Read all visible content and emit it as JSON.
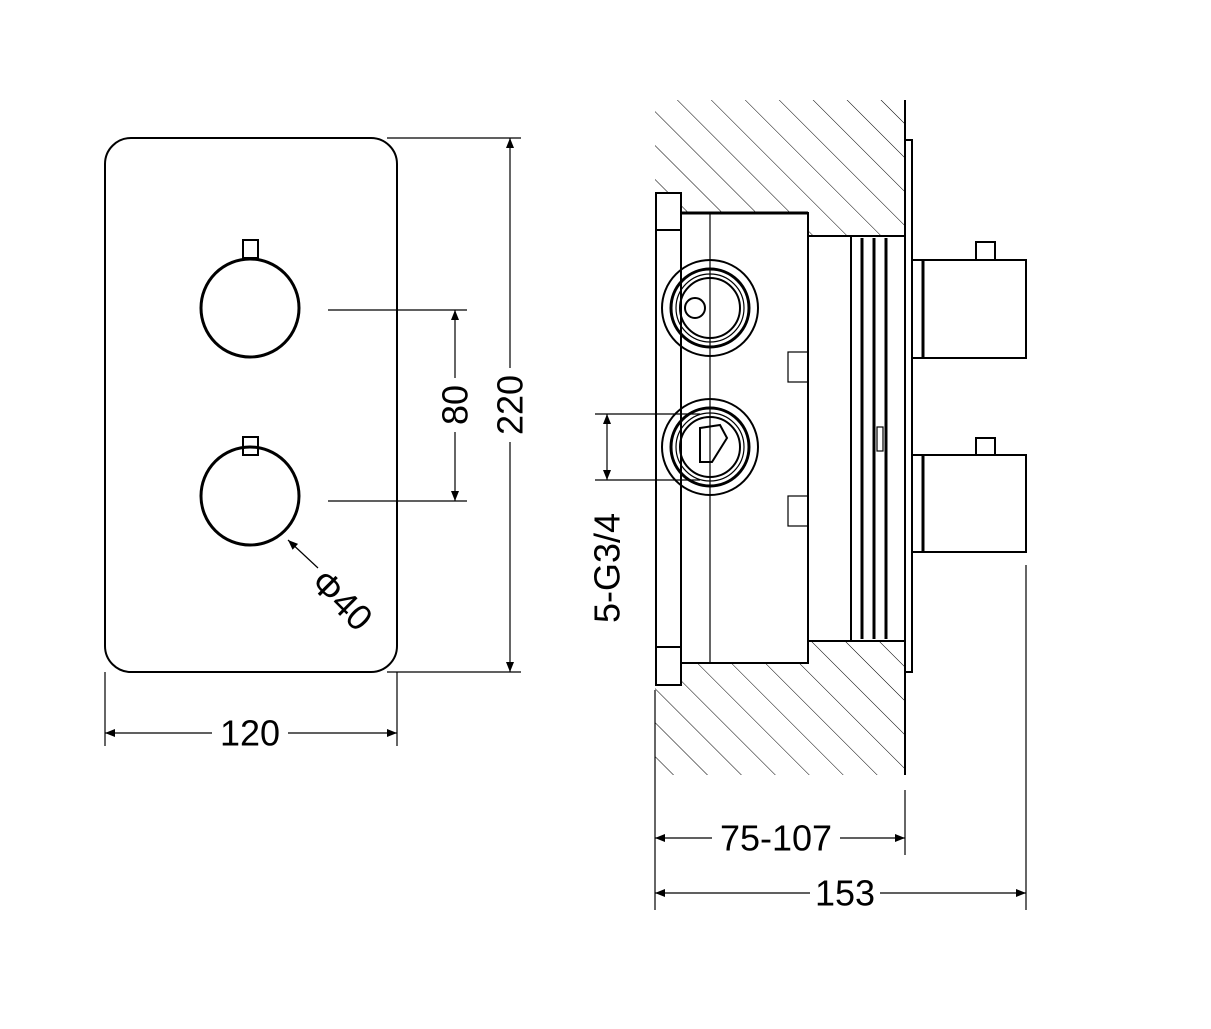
{
  "drawing": {
    "front_view": {
      "width_label": "120",
      "height_label": "220",
      "knob_spacing_label": "80",
      "knob_diameter_label": "Φ40"
    },
    "side_view": {
      "connection_label": "5-G3/4",
      "wall_depth_label": "75-107",
      "total_depth_label": "153"
    },
    "colors": {
      "line": "#000000",
      "background": "#ffffff"
    }
  }
}
